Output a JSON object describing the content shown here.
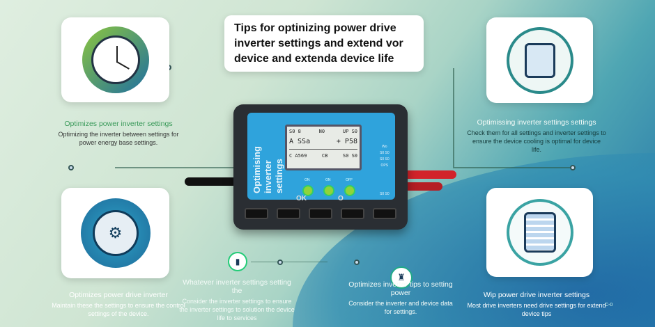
{
  "title": {
    "text": "Tips for optinizing power drive inverter settings and extend vor device and extenda device life"
  },
  "device": {
    "vertical_label": "Optimising inverter settings",
    "screen": {
      "top_labels": [
        "S0 8",
        "N0",
        "UP S0"
      ],
      "readout_left": "A SSa",
      "readout_right": "+ P58",
      "cells": [
        "C A569",
        "CB",
        "S0 S0"
      ]
    },
    "side_labels": [
      "Wo",
      "S0 S0",
      "S0 S0",
      "OPS"
    ],
    "bottom_label": "S0 S0",
    "port_labels": [
      "OK",
      "O"
    ],
    "button_labels": [
      "ON",
      "ON",
      "OFF"
    ]
  },
  "cards": {
    "top_left": {
      "icon": "clock-icon",
      "heading": "Optimizes power inverter settings",
      "body": "Optimizing the inverter between settings for power energy base settings."
    },
    "top_right": {
      "icon": "inverter-device-icon",
      "heading": "Optimissing inverter settings settings",
      "body": "Check them for all settings and inverter settings to ensure the device cooling is optimal for device life."
    },
    "bottom_left": {
      "icon": "gauge-dial-icon",
      "heading": "Optimizes power drive inverter",
      "body": "Maintain these the settings to ensure the control settings of the device."
    },
    "bottom_right": {
      "icon": "control-panel-icon",
      "heading": "Wip power drive inverter settings",
      "body": "Most drive inverters need drive settings for extend device tips"
    }
  },
  "middle": {
    "left": {
      "icon": "battery-icon",
      "heading": "Whatever inverter settings setting the",
      "body": "Consider the inverter settings to ensure the inverter settings to solution the device life to services"
    },
    "right": {
      "icon": "inverter-tower-icon",
      "heading": "Optimizes inverter tips to setting power",
      "body": "Consider the inverter and device data for settings."
    }
  },
  "footnote": "C-0"
}
